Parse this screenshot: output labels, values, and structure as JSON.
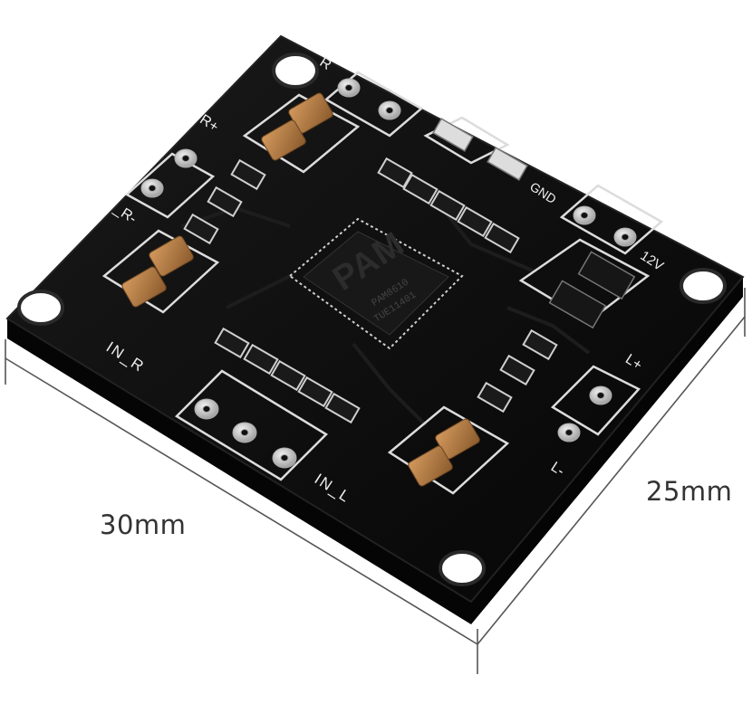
{
  "product": {
    "chip_brand": "PAM",
    "chip_model": "PAM8610",
    "chip_code": "TUE11401"
  },
  "silkscreen": {
    "r_plus": "R+",
    "r_minus": "_R-",
    "r_top": "R",
    "gnd": "GND",
    "v12": "12V",
    "plus": "+",
    "minus": "-",
    "in_r": "IN_R",
    "in_l": "IN_L",
    "l_plus": "L+",
    "l_minus": "L-"
  },
  "dimensions": {
    "width_label": "30mm",
    "height_label": "25mm"
  },
  "colors": {
    "board": "#0b0b0b",
    "board_edge": "#1c1c1c",
    "pad": "#d9d9d9",
    "capacitor": "#b57d48",
    "silk": "#e8e8e8"
  }
}
